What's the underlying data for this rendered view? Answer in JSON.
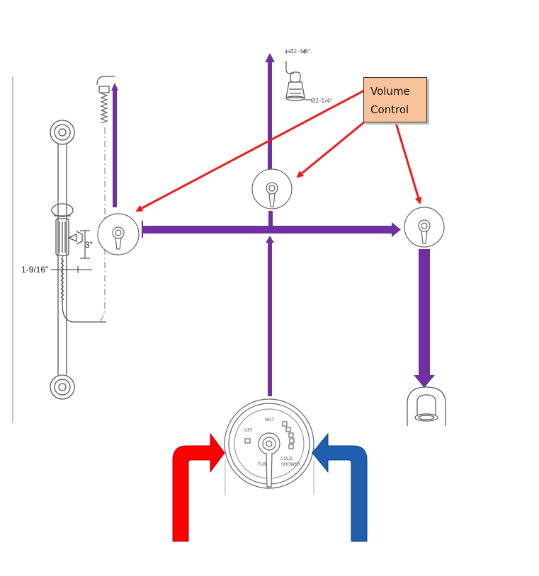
{
  "callout": {
    "line1": "Volume",
    "line2": "Control"
  },
  "dimensions": {
    "slide_spacing": "3\"",
    "handshower_offset": "1-9/16\"",
    "showerhead_top_dia": "Ø2-3/8\"",
    "showerhead_face_dia": "Ø2-1/4\""
  },
  "valve_labels": {
    "hot": "HOT",
    "off": "OFF",
    "cold": "COLD",
    "tub": "TUB",
    "shower": "SHOWER"
  },
  "colors": {
    "flow": "#7030a0",
    "hot": "#ff0000",
    "cold": "#1f5fb0",
    "callout_fill": "#f8c39b",
    "callout_arrow": "#ee1c1c"
  }
}
